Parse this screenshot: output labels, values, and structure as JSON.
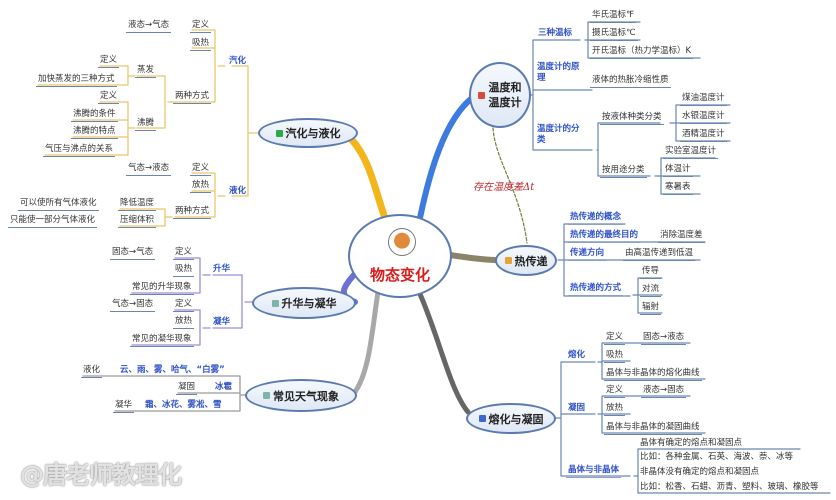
{
  "center": {
    "title": "物态变化",
    "icon": "cartoon-horse-mascot-icon"
  },
  "colors": {
    "vaporization": "#f2b61b",
    "sublimation": "#6b6fd6",
    "weather": "#a8a8a8",
    "temperature": "#3d7be0",
    "heat_transfer": "#8c8466",
    "melting": "#666666",
    "annotation": "#c0242a",
    "sub_heading": "#2f52c8"
  },
  "annotation": "存在温度差Δt",
  "watermark": "@唐老师教理化",
  "branches": [
    {
      "title": "汽化与液化",
      "nodes": [
        "汽化",
        "定义",
        "液态→气态",
        "吸热",
        "两种方式",
        "蒸发",
        "定义",
        "加快蒸发的三种方式",
        "沸腾",
        "定义",
        "沸腾的条件",
        "沸腾的特点",
        "气压与沸点的关系",
        "液化",
        "定义",
        "气态→液态",
        "放热",
        "两种方式",
        "降低温度",
        "可以使所有气体液化",
        "压缩体积",
        "只能使一部分气体液化"
      ]
    },
    {
      "title": "升华与凝华",
      "nodes": [
        "升华",
        "定义",
        "固态→气态",
        "吸热",
        "常见的升华现象",
        "凝华",
        "定义",
        "气态→固态",
        "放热",
        "常见的凝华现象"
      ]
    },
    {
      "title": "常见天气现象",
      "nodes": [
        "液化",
        "云、雨、雾、哈气、“白雾”",
        "凝固",
        "冰雹",
        "凝华",
        "霜、冰花、雾凇、雪"
      ]
    },
    {
      "title": "温度和温度计",
      "nodes": [
        "三种温标",
        "华氏温标℉",
        "摄氏温标℃",
        "开氏温标（热力学温标）K",
        "温度计的原理",
        "液体的热胀冷缩性质",
        "温度计的分类",
        "按液体种类分类",
        "煤油温度计",
        "水银温度计",
        "酒精温度计",
        "按用途分类",
        "实验室温度计",
        "体温计",
        "寒暑表"
      ]
    },
    {
      "title": "热传递",
      "nodes": [
        "热传递的概念",
        "热传递的最终目的",
        "消除温度差",
        "传递方向",
        "由高温传递到低温",
        "热传递的方式",
        "传导",
        "对流",
        "辐射"
      ]
    },
    {
      "title": "熔化与凝固",
      "nodes": [
        "熔化",
        "定义",
        "固态→液态",
        "吸热",
        "晶体与非晶体的熔化曲线",
        "凝固",
        "定义",
        "液态→固态",
        "放热",
        "晶体与非晶体的凝固曲线",
        "晶体与非晶体",
        "晶体有确定的熔点和凝固点",
        "比如：各种金属、石英、海波、萘、冰等",
        "非晶体没有确定的熔点和凝固点",
        "比如：松香、石蜡、沥青、塑料、玻璃、橡胶等"
      ]
    }
  ]
}
